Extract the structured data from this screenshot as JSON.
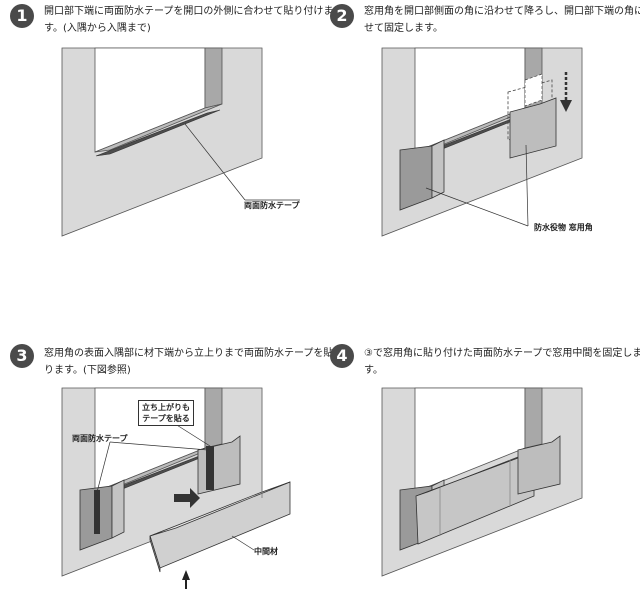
{
  "steps": [
    {
      "number": "1",
      "text": "開口部下端に両面防水テープを開口の外側に合わせて貼り付けます。(入隅から入隅まで)",
      "callouts": [
        "両面防水テープ"
      ]
    },
    {
      "number": "2",
      "text": "窓用角を開口部側面の角に沿わせて降ろし、開口部下端の角に合せて固定します。",
      "callouts": [
        "防水役物 窓用角"
      ]
    },
    {
      "number": "3",
      "text": "窓用角の表面入隅部に材下端から立上りまで両面防水テープを貼ります。(下図参照)",
      "callouts": [
        "立ち上がりも\nテープを貼る",
        "両面防水テープ",
        "中間材"
      ]
    },
    {
      "number": "4",
      "text": "③で窓用角に貼り付けた両面防水テープで窓用中間を固定します。",
      "callouts": []
    }
  ],
  "colors": {
    "wall": "#d6d6d6",
    "opening": "#ffffff",
    "jamb": "#a9a9a9",
    "tape": "#4d4d4d",
    "part": "#b8b8b8",
    "badge": "#4a4a4a"
  }
}
